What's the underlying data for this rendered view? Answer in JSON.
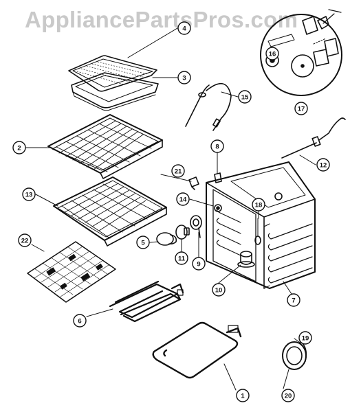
{
  "watermark": "AppliancePartsPros.com",
  "callouts": [
    "4",
    "3",
    "15",
    "16",
    "17",
    "2",
    "8",
    "21",
    "12",
    "14",
    "18",
    "13",
    "22",
    "5",
    "11",
    "9",
    "10",
    "7",
    "6",
    "19",
    "1",
    "20"
  ]
}
